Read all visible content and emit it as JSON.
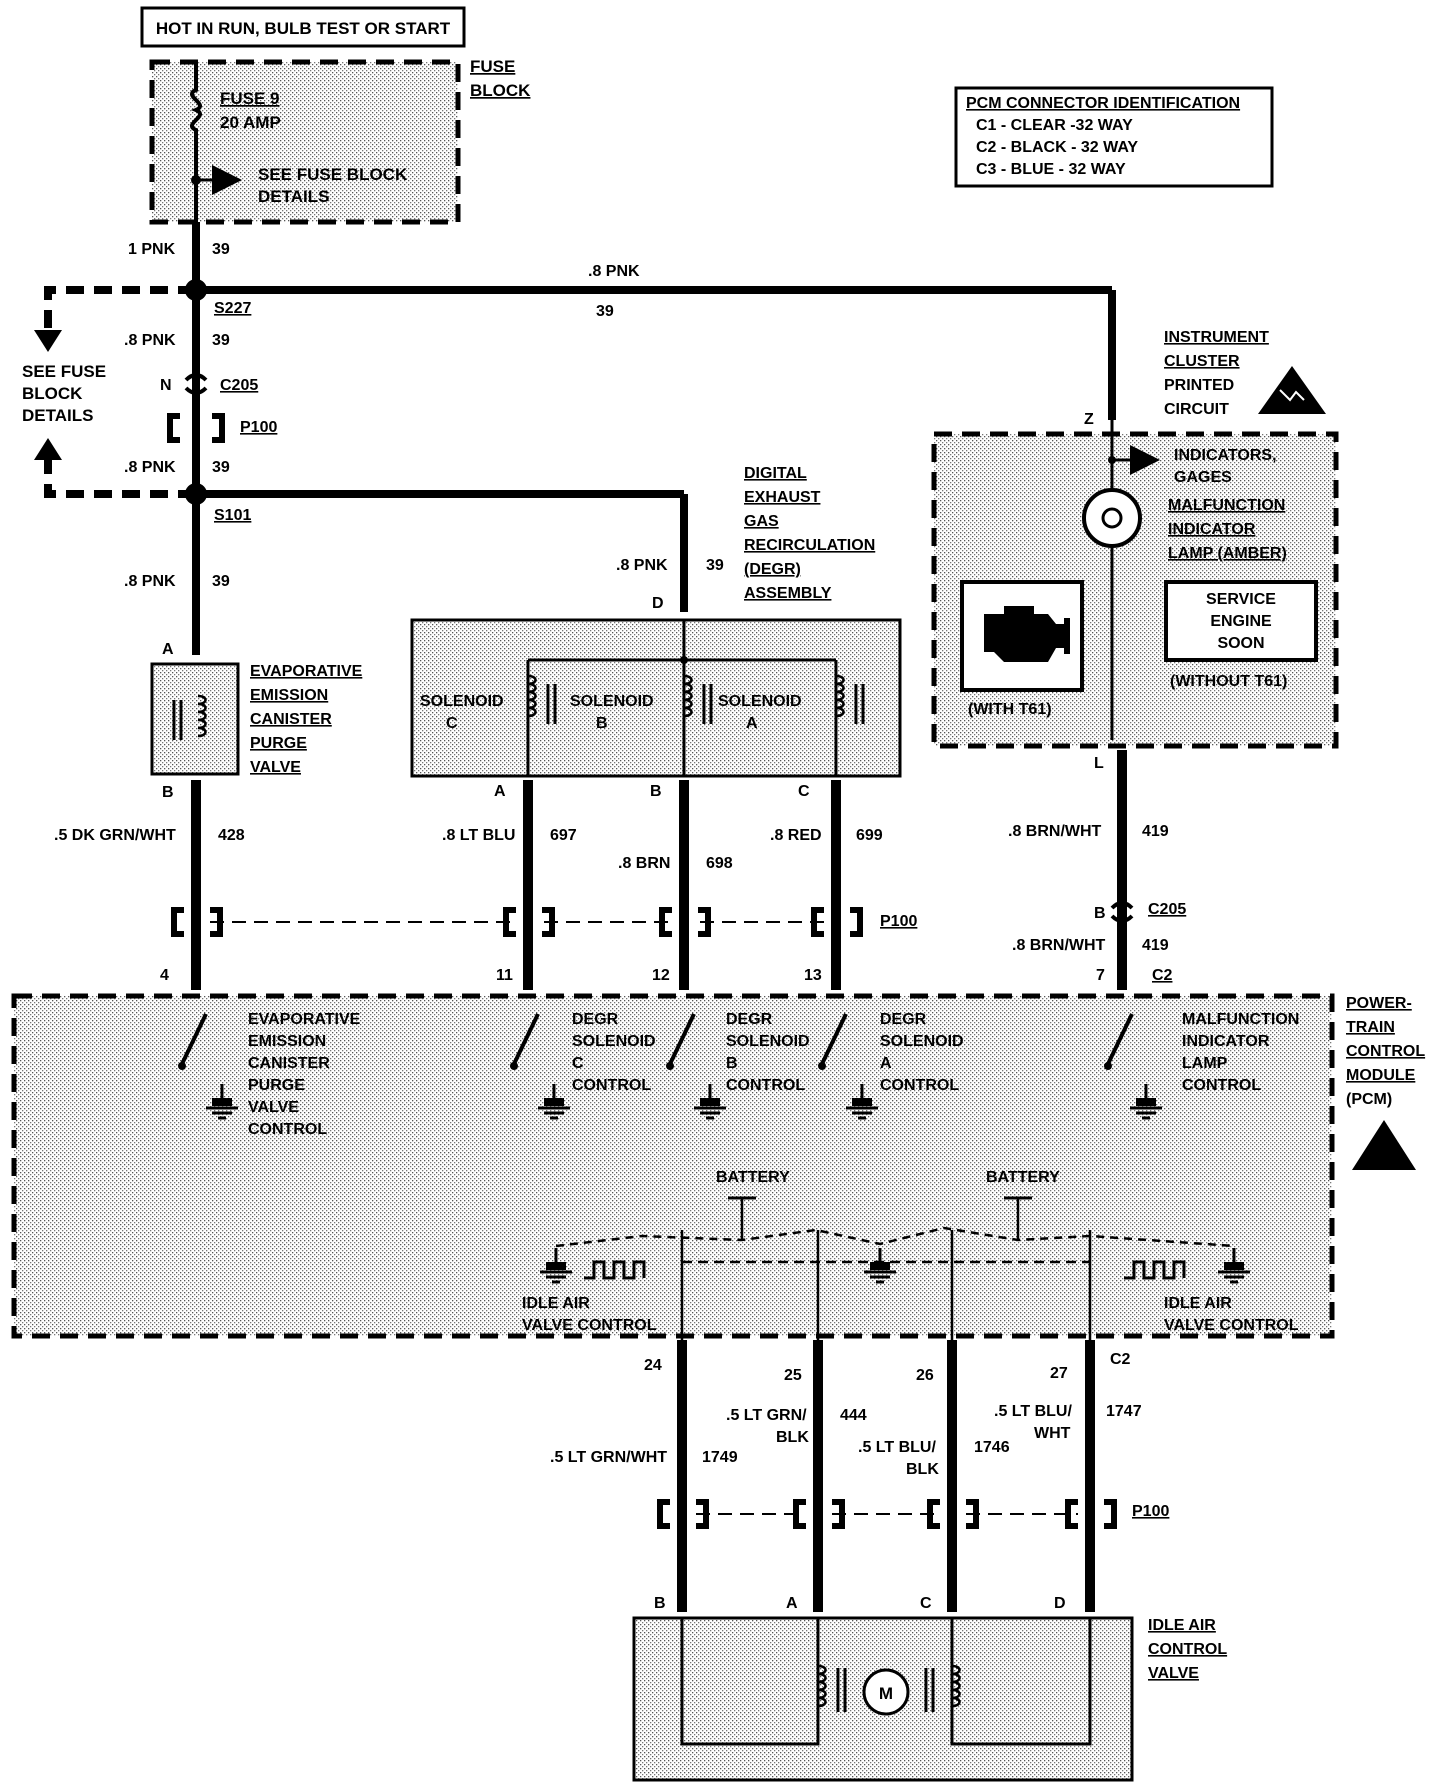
{
  "header_box": "HOT IN RUN, BULB TEST OR START",
  "fuse_block": {
    "label_lines": [
      "FUSE",
      "BLOCK"
    ],
    "fuse_name": "FUSE 9",
    "fuse_rating": "20 AMP",
    "see_details": [
      "SEE FUSE BLOCK",
      "DETAILS"
    ]
  },
  "pcm_connector_id": {
    "title": "PCM CONNECTOR IDENTIFICATION",
    "rows": [
      "C1 - CLEAR -32 WAY",
      "C2 - BLACK - 32 WAY",
      "C3 - BLUE - 32 WAY"
    ]
  },
  "see_fuse_block_left": [
    "SEE FUSE",
    "BLOCK",
    "DETAILS"
  ],
  "splices": {
    "s227": "S227",
    "s101": "S101"
  },
  "connectors": {
    "c205": "C205",
    "p100": "P100",
    "c2": "C2",
    "n": "N",
    "pin_a": "A",
    "pin_b": "B",
    "pin_c": "C",
    "pin_d": "D",
    "pin_z": "Z",
    "pin_l": "L"
  },
  "wires": {
    "w1": {
      "gauge": "1 PNK",
      "circuit": "39"
    },
    "w_top": {
      "gauge": ".8 PNK",
      "circuit": "39"
    },
    "w2": {
      "gauge": ".8 PNK",
      "circuit": "39"
    },
    "w3": {
      "gauge": ".8 PNK",
      "circuit": "39"
    },
    "w4": {
      "gauge": ".8 PNK",
      "circuit": "39"
    },
    "w_degr": {
      "gauge": ".8 PNK",
      "circuit": "39"
    },
    "evap": {
      "gauge": ".5 DK GRN/WHT",
      "circuit": "428"
    },
    "ltblu": {
      "gauge": ".8 LT BLU",
      "circuit": "697"
    },
    "brn": {
      "gauge": ".8 BRN",
      "circuit": "698"
    },
    "red": {
      "gauge": ".8 RED",
      "circuit": "699"
    },
    "brnwht1": {
      "gauge": ".8  BRN/WHT",
      "circuit": "419"
    },
    "brnwht2": {
      "gauge": ".8 BRN/WHT",
      "circuit": "419"
    },
    "iac1": {
      "gauge": ".5 LT GRN/WHT",
      "circuit": "1749"
    },
    "iac2": {
      "gauge_lines": [
        ".5 LT GRN/",
        "BLK"
      ],
      "circuit": "444"
    },
    "iac3": {
      "gauge_lines": [
        ".5 LT BLU/",
        "BLK"
      ],
      "circuit": "1746"
    },
    "iac4": {
      "gauge_lines": [
        ".5 LT BLU/",
        "WHT"
      ],
      "circuit": "1747"
    }
  },
  "pcm_pins": {
    "p4": "4",
    "p11": "11",
    "p12": "12",
    "p13": "13",
    "p7": "7",
    "p24": "24",
    "p25": "25",
    "p26": "26",
    "p27": "27"
  },
  "evap_valve": [
    "EVAPORATIVE",
    "EMISSION",
    "CANISTER",
    "PURGE",
    "VALVE"
  ],
  "degr_assembly": [
    "DIGITAL",
    "EXHAUST",
    "GAS",
    "RECIRCULATION",
    "(DEGR)",
    "ASSEMBLY"
  ],
  "solenoids": {
    "c": [
      "SOLENOID",
      "C"
    ],
    "b": [
      "SOLENOID",
      "B"
    ],
    "a": [
      "SOLENOID",
      "A"
    ]
  },
  "instrument_cluster": [
    "INSTRUMENT",
    "CLUSTER",
    "PRINTED",
    "CIRCUIT"
  ],
  "cluster_items": {
    "indicators": [
      "INDICATORS,",
      "GAGES"
    ],
    "mil": [
      "MALFUNCTION",
      "INDICATOR",
      "LAMP (AMBER)"
    ],
    "service_engine": [
      "SERVICE",
      "ENGINE",
      "SOON"
    ],
    "with_t61": "(WITH T61)",
    "without_t61": "(WITHOUT T61)"
  },
  "pcm": {
    "label": [
      "POWER-",
      "TRAIN",
      "CONTROL",
      "MODULE",
      "(PCM)"
    ],
    "drivers": {
      "evap": [
        "EVAPORATIVE",
        "EMISSION",
        "CANISTER",
        "PURGE",
        "VALVE",
        "CONTROL"
      ],
      "degr_c": [
        "DEGR",
        "SOLENOID",
        "C",
        "CONTROL"
      ],
      "degr_b": [
        "DEGR",
        "SOLENOID",
        "B",
        "CONTROL"
      ],
      "degr_a": [
        "DEGR",
        "SOLENOID",
        "A",
        "CONTROL"
      ],
      "mil": [
        "MALFUNCTION",
        "INDICATOR",
        "LAMP",
        "CONTROL"
      ]
    },
    "battery": "BATTERY",
    "iac_control": [
      "IDLE AIR",
      "VALVE CONTROL"
    ]
  },
  "iac_valve": [
    "IDLE AIR",
    "CONTROL",
    "VALVE"
  ],
  "motor_symbol": "M"
}
